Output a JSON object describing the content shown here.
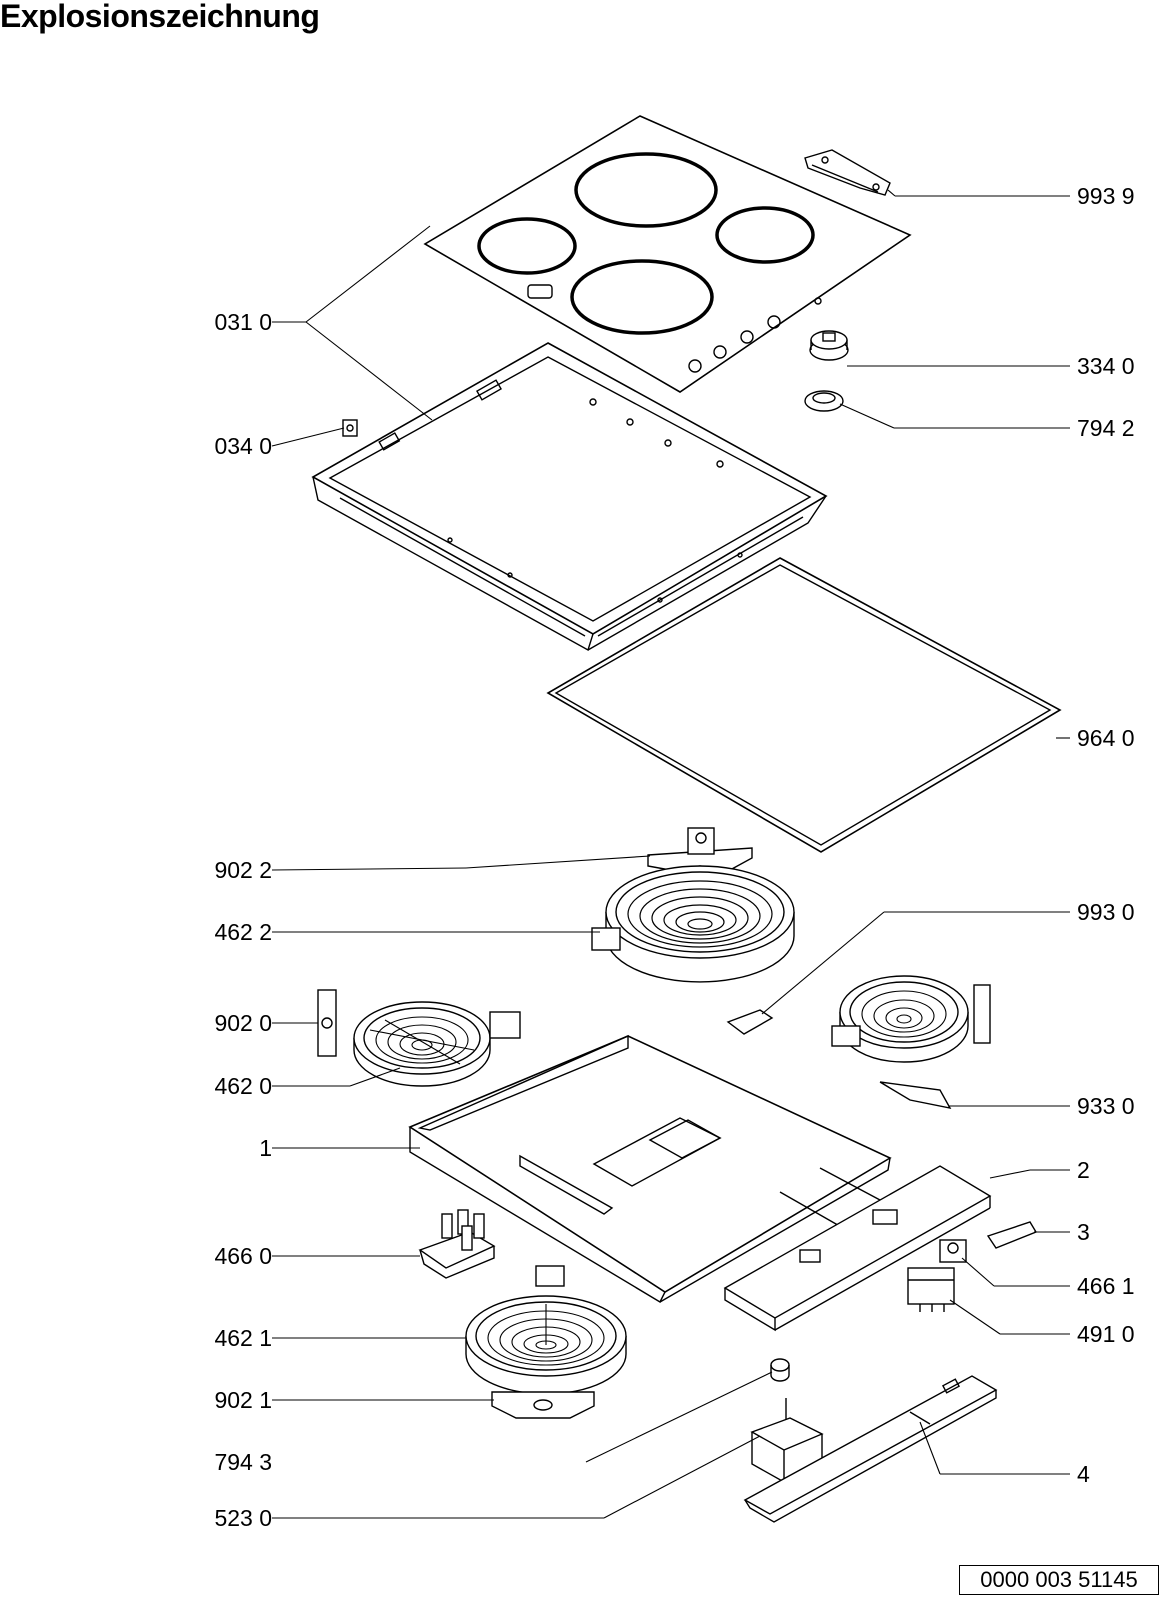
{
  "title": "Explosionszeichnung",
  "document_number": "0000 003 51145",
  "labels": {
    "l_0310": "031 0",
    "l_0340": "034 0",
    "l_9022": "902 2",
    "l_4622": "462 2",
    "l_9020": "902 0",
    "l_4620": "462 0",
    "l_1": "1",
    "l_4660": "466 0",
    "l_4621": "462 1",
    "l_9021": "902 1",
    "l_7943": "794 3",
    "l_5230": "523 0",
    "r_9939": "993 9",
    "r_3340": "334 0",
    "r_7942": "794 2",
    "r_9640": "964 0",
    "r_9930": "993 0",
    "r_9330": "933 0",
    "r_2": "2",
    "r_3": "3",
    "r_4661": "466 1",
    "r_4910": "491 0",
    "r_4": "4"
  }
}
